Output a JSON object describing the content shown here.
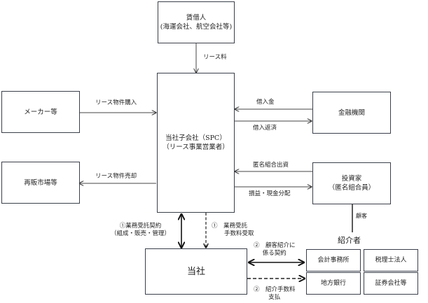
{
  "nodes": {
    "lessee": {
      "line1": "賃借人",
      "line2": "(海運会社、航空会社等)"
    },
    "spc": {
      "line1": "当社子会社（SPC）",
      "line2": "（リース事業営業者）"
    },
    "maker": {
      "label": "メーカー等"
    },
    "resale": {
      "label": "再販市場等"
    },
    "bank": {
      "label": "金融機関"
    },
    "investor": {
      "line1": "投資家",
      "line2": "（匿名組合員）"
    },
    "company": {
      "label": "当社"
    },
    "introducer_title": "紹介者",
    "introducers": [
      "会計事務所",
      "税理士法人",
      "地方銀行",
      "証券会社等"
    ]
  },
  "edges": {
    "lease_fee": "リース料",
    "purchase": "リース物件購入",
    "sale": "リース物件売却",
    "loan": "借入金",
    "repayment": "借入返済",
    "investment": "匿名組合出資",
    "distribution": "損益・現金分配",
    "customer": "顧客",
    "service_contract_l1": "①業務受託契約",
    "service_contract_l2": "（組成・販売・管理）",
    "service_fee_l1": "①　業務受託",
    "service_fee_l2": "手数料受取",
    "referral_contract_l1": "②　顧客紹介に",
    "referral_contract_l2": "係る契約",
    "referral_fee_l1": "②　紹介手数料",
    "referral_fee_l2": "支払"
  }
}
